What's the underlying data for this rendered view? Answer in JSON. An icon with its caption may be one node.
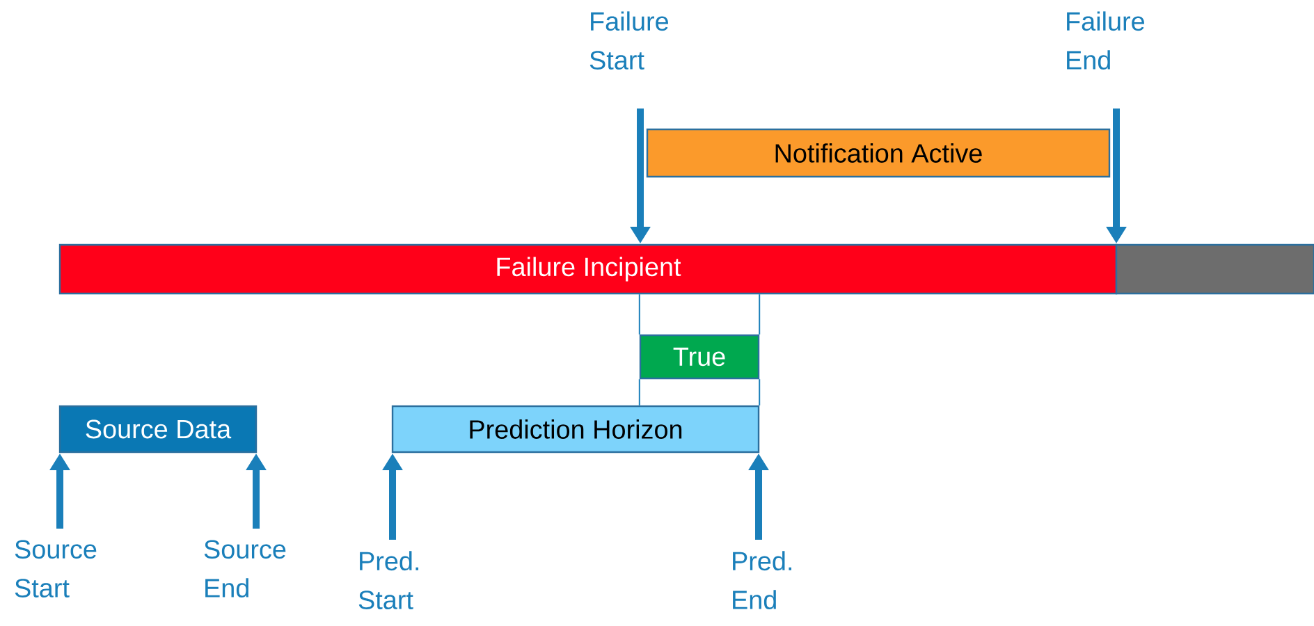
{
  "diagram": {
    "nodes": [
      {
        "text": [
          "Failure Start"
        ]
      },
      {
        "text": [
          "Failure End"
        ]
      },
      {
        "text": [
          "Notification Active"
        ]
      },
      {
        "text": [
          "Failure Incipient"
        ]
      },
      {
        "text": [],
        "shape": "bar"
      },
      {
        "text": [
          "True"
        ]
      },
      {
        "text": [
          "Source Data"
        ]
      },
      {
        "text": [
          "Prediction Horizon"
        ]
      },
      {
        "text": [
          "Source Start"
        ]
      },
      {
        "text": [
          "Source End"
        ]
      },
      {
        "text": [
          "Pred. Start"
        ]
      },
      {
        "text": [
          "Pred. End"
        ]
      }
    ],
    "edges": [
      {
        "from": 0,
        "to": 3,
        "arrow": "to"
      },
      {
        "from": 1,
        "to": 3,
        "arrow": "to"
      },
      {
        "from": 3,
        "to": 5,
        "arrow": "none"
      },
      {
        "from": 3,
        "to": 5,
        "arrow": "none"
      },
      {
        "from": 5,
        "to": 7,
        "arrow": "none"
      },
      {
        "from": 5,
        "to": 7,
        "arrow": "none"
      },
      {
        "from": 8,
        "to": 6,
        "arrow": "to"
      },
      {
        "from": 9,
        "to": 6,
        "arrow": "to"
      },
      {
        "from": 10,
        "to": 7,
        "arrow": "to"
      },
      {
        "from": 11,
        "to": 7,
        "arrow": "to"
      }
    ]
  }
}
